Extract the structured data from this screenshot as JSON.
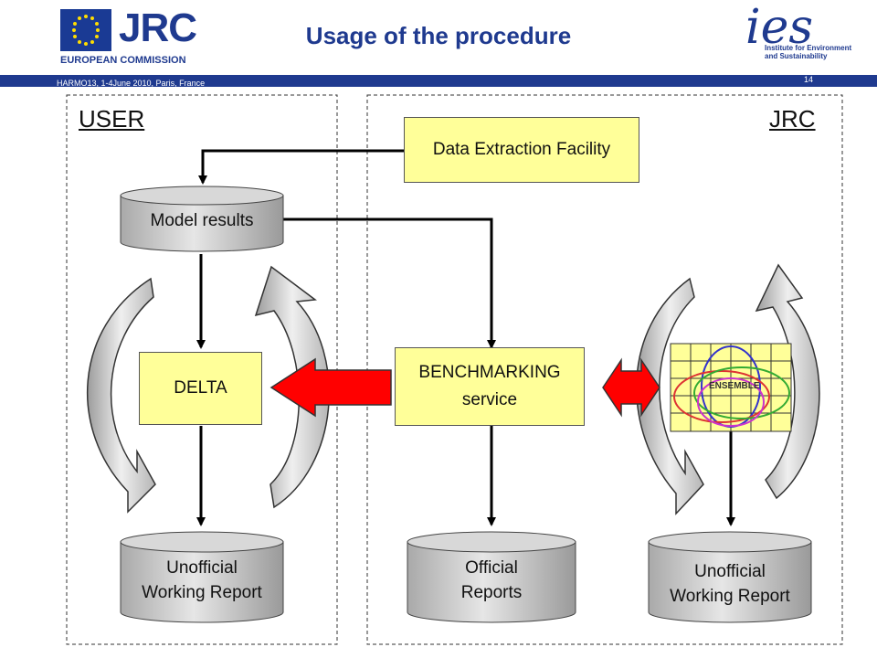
{
  "header": {
    "title": "Usage of the procedure",
    "conference": "HARMO13, 1-4June 2010, Paris, France",
    "page_number": "14",
    "jrc_logo_text": "JRC",
    "jrc_logo_subtitle": "EUROPEAN COMMISSION",
    "ies_logo_text": "ies",
    "ies_logo_subtitle": "Institute for Environment and Sustainability"
  },
  "regions": {
    "user_label": "USER",
    "jrc_label": "JRC"
  },
  "nodes": {
    "data_extraction": "Data Extraction Facility",
    "model_results": "Model results",
    "delta": "DELTA",
    "benchmarking": "BENCHMARKING\nservice",
    "user_report": "Unofficial\nWorking Report",
    "official_reports": "Official\nReports",
    "jrc_report": "Unofficial\nWorking Report",
    "ensemble": "ENSEMBLE"
  },
  "colors": {
    "box_fill": "#ffff99",
    "cylinder_fill": "#c8c8c8",
    "arrow_red": "#ff0000",
    "header_band": "#1f3a8f"
  }
}
